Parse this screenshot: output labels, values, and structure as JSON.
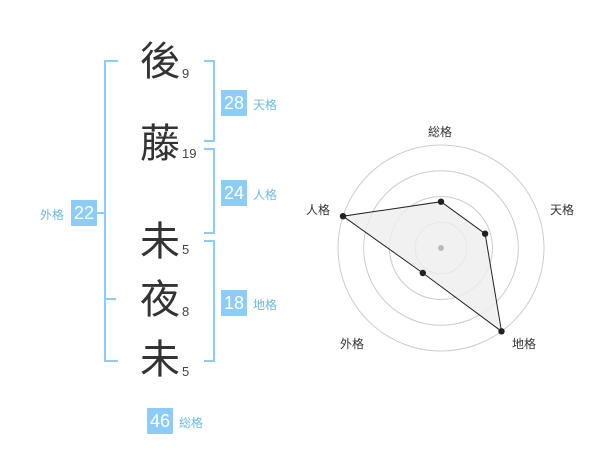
{
  "name": {
    "characters": [
      {
        "char": "後",
        "strokes": "9"
      },
      {
        "char": "藤",
        "strokes": "19"
      },
      {
        "char": "未",
        "strokes": "5"
      },
      {
        "char": "夜",
        "strokes": "8"
      },
      {
        "char": "未",
        "strokes": "5"
      }
    ]
  },
  "fortunes": {
    "tenkaku": {
      "label": "天格",
      "value": "28"
    },
    "jinkaku": {
      "label": "人格",
      "value": "24"
    },
    "chikaku": {
      "label": "地格",
      "value": "18"
    },
    "gaikaku": {
      "label": "外格",
      "value": "22"
    },
    "soukaku": {
      "label": "総格",
      "value": "46"
    }
  },
  "chart_data": {
    "type": "radar",
    "axes": [
      "総格",
      "天格",
      "地格",
      "外格",
      "人格"
    ],
    "values": [
      0.45,
      0.45,
      1.0,
      0.3,
      1.0
    ],
    "rings": 4,
    "colors": {
      "fill": "#eeeeee",
      "line": "#222222",
      "ring": "#cccccc",
      "center": "#bbbbbb"
    }
  },
  "colors": {
    "accent": "#8dccf5",
    "label": "#6bbbe8",
    "text": "#333333"
  }
}
